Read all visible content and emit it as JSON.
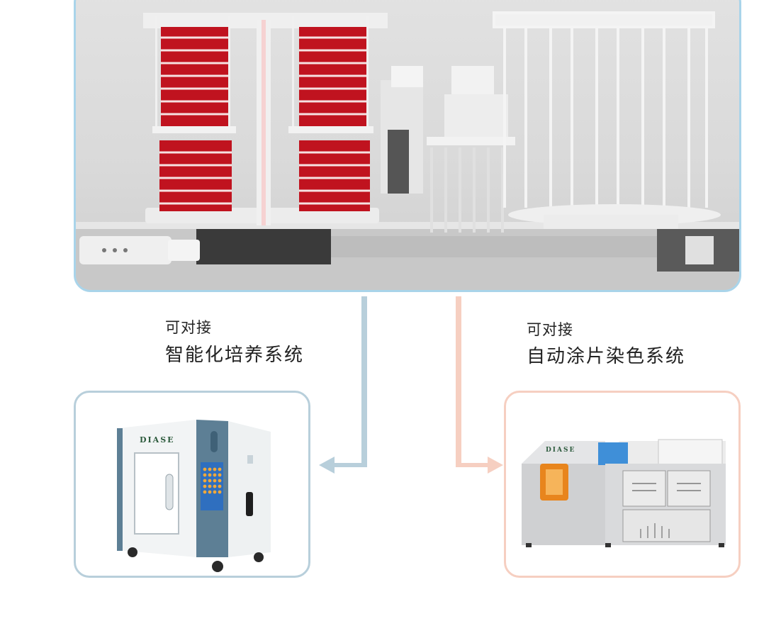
{
  "left_caption": {
    "line1": "可对接",
    "line2": "智能化培养系统"
  },
  "right_caption": {
    "line1": "可对接",
    "line2": "自动涂片染色系统"
  },
  "left_device": {
    "brand": "DIASE"
  },
  "right_device": {
    "brand": "DIASE"
  },
  "colors": {
    "top_border": "#a9d4ea",
    "left_connector": "#b8cfdb",
    "right_connector": "#f6cfc1",
    "petri_red": "#c0131f"
  },
  "icons": [
    "petri-dish-stack",
    "incubator-device",
    "smear-stainer-device"
  ]
}
